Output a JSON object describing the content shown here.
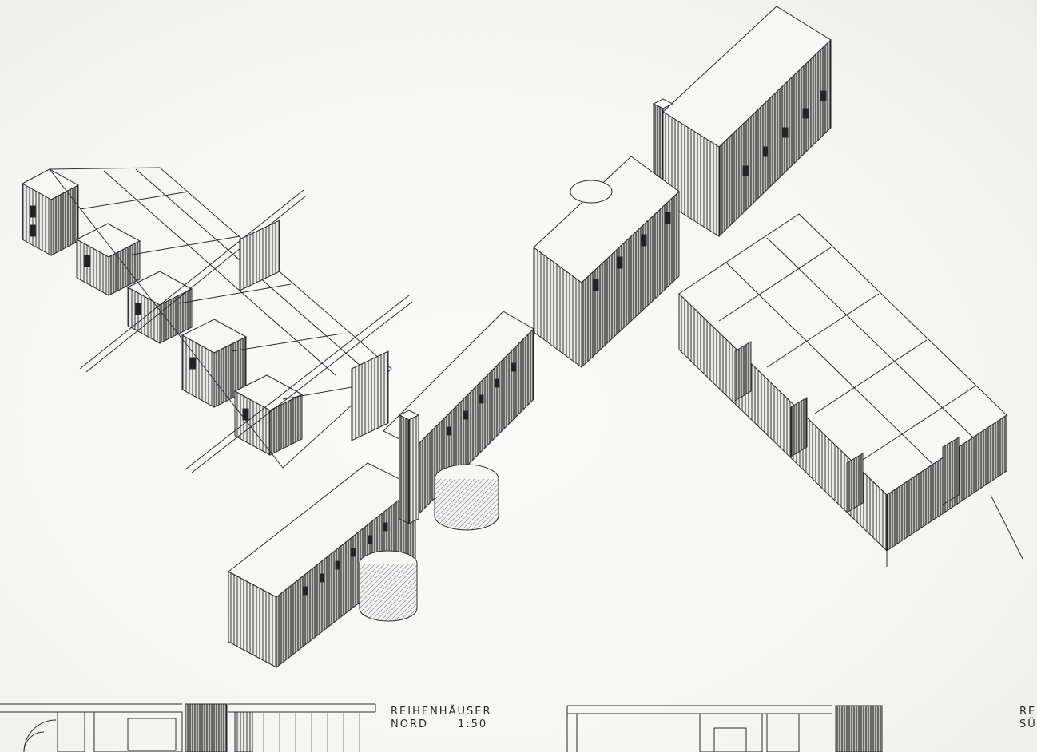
{
  "sheet": {
    "north_label_title": "REIHENHÄUSER",
    "north_label_sub": "NORD",
    "north_label_scale": "1:50",
    "south_label_title": "RE",
    "south_label_sub": "SÜ"
  },
  "colors": {
    "paper": "#f6f6f4",
    "ink": "#2b2b2b",
    "hatch": "#4a4a4a"
  }
}
